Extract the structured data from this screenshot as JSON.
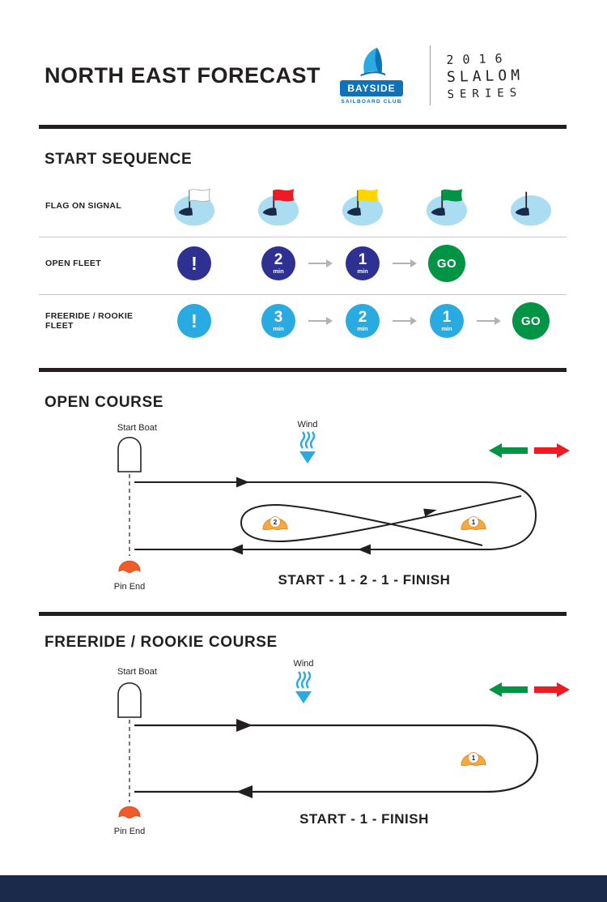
{
  "header": {
    "title": "NORTH EAST FORECAST",
    "logo": {
      "name": "BAYSIDE",
      "subtitle": "SAILBOARD CLUB"
    },
    "series": {
      "line1": "2016",
      "line2": "SLALOM",
      "line3": "SERIES"
    }
  },
  "start_sequence": {
    "heading": "START SEQUENCE",
    "flag_row": {
      "label": "FLAG ON SIGNAL",
      "flags": [
        {
          "name": "white-flag",
          "fill": "#ffffff",
          "stroke": "#b3b3b3"
        },
        {
          "name": "red-flag",
          "fill": "#ed1c24",
          "stroke": "none"
        },
        {
          "name": "yellow-flag",
          "fill": "#ffd500",
          "stroke": "none"
        },
        {
          "name": "green-flag",
          "fill": "#009444",
          "stroke": "none"
        },
        {
          "name": "no-flag",
          "fill": "none",
          "stroke": "none"
        }
      ]
    },
    "open_fleet": {
      "label": "OPEN FLEET",
      "badges": [
        {
          "text": "!",
          "color": "#2e3192"
        },
        {
          "text": "2",
          "sub": "min",
          "color": "#2e3192"
        },
        {
          "text": "1",
          "sub": "min",
          "color": "#2e3192"
        },
        {
          "text": "GO",
          "color": "#009444"
        }
      ]
    },
    "freeride_fleet": {
      "label": "FREERIDE / ROOKIE FLEET",
      "badges": [
        {
          "text": "!",
          "color": "#29abe2"
        },
        {
          "text": "3",
          "sub": "min",
          "color": "#29abe2"
        },
        {
          "text": "2",
          "sub": "min",
          "color": "#29abe2"
        },
        {
          "text": "1",
          "sub": "min",
          "color": "#29abe2"
        },
        {
          "text": "GO",
          "color": "#009444"
        }
      ]
    }
  },
  "open_course": {
    "heading": "OPEN COURSE",
    "start_boat_label": "Start Boat",
    "wind_label": "Wind",
    "pin_label": "Pin End",
    "marks": [
      {
        "num": "1"
      },
      {
        "num": "2"
      }
    ],
    "sequence": "START - 1 - 2 - 1 - FINISH"
  },
  "freeride_course": {
    "heading": "FREERIDE / ROOKIE COURSE",
    "start_boat_label": "Start Boat",
    "wind_label": "Wind",
    "pin_label": "Pin End",
    "marks": [
      {
        "num": "1"
      }
    ],
    "sequence": "START - 1 - FINISH"
  },
  "colors": {
    "navy": "#2e3192",
    "light_blue": "#29abe2",
    "green": "#009444",
    "red": "#ed1c24",
    "mark_orange": "#f7a941",
    "pin_orange": "#f15a29",
    "flag_circle_blue": "#aadcf2",
    "logo_blue": "#0d72b9",
    "footer_navy": "#1b2a4a"
  }
}
